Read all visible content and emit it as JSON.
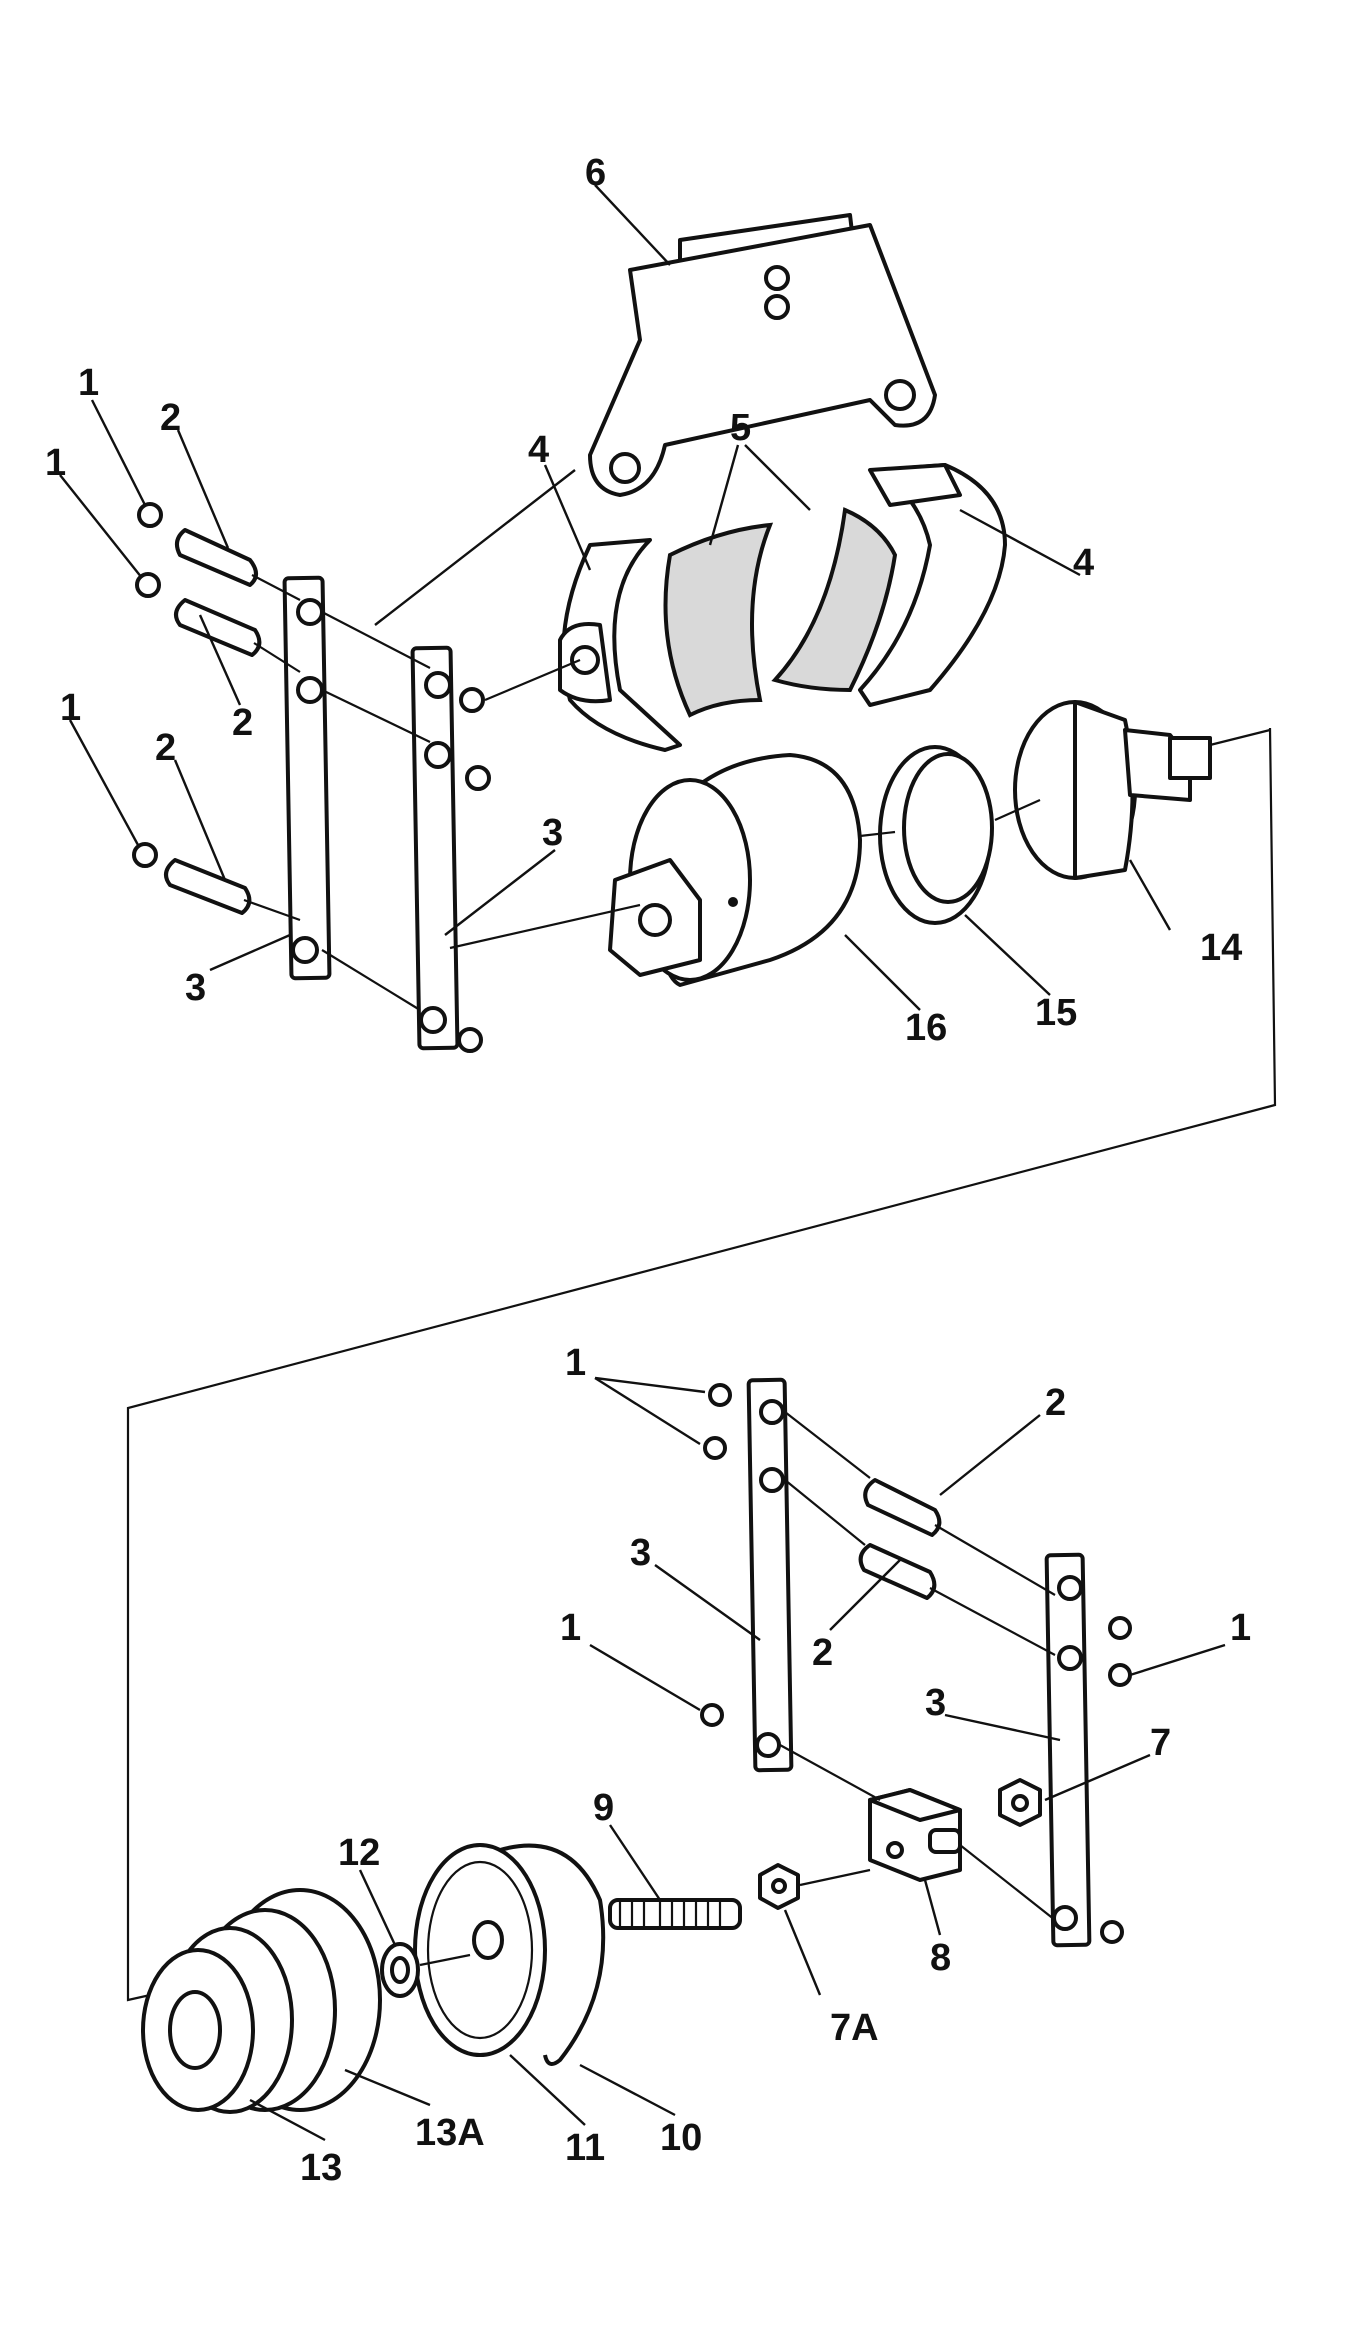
{
  "diagram": {
    "callouts": {
      "c1a": "1",
      "c1b": "1",
      "c1c": "1",
      "c2a": "2",
      "c2b": "2",
      "c2c": "2",
      "c3a": "3",
      "c3b": "3",
      "c4a": "4",
      "c4b": "4",
      "c5": "5",
      "c6": "6",
      "c14": "14",
      "c15": "15",
      "c16": "16",
      "c1d": "1",
      "c1e": "1",
      "c1f": "1",
      "c2d": "2",
      "c2e": "2",
      "c3c": "3",
      "c3d": "3",
      "c7": "7",
      "c7A": "7A",
      "c8": "8",
      "c9": "9",
      "c10": "10",
      "c11": "11",
      "c12": "12",
      "c13": "13",
      "c13A": "13A"
    }
  }
}
